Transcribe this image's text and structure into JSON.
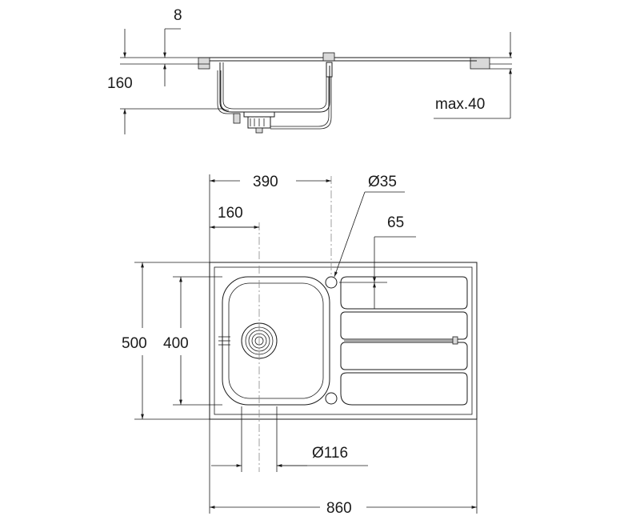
{
  "side_view": {
    "dim_flange_thickness": "8",
    "dim_bowl_depth": "160",
    "dim_max_worktop": "max.40"
  },
  "top_view": {
    "dim_bowl_width": "390",
    "dim_tap_hole": "Ø35",
    "dim_drain_offset": "160",
    "dim_drainer_offset": "65",
    "dim_overall_depth": "500",
    "dim_bowl_depth": "400",
    "dim_waste_diameter": "Ø116",
    "dim_overall_width": "860"
  }
}
